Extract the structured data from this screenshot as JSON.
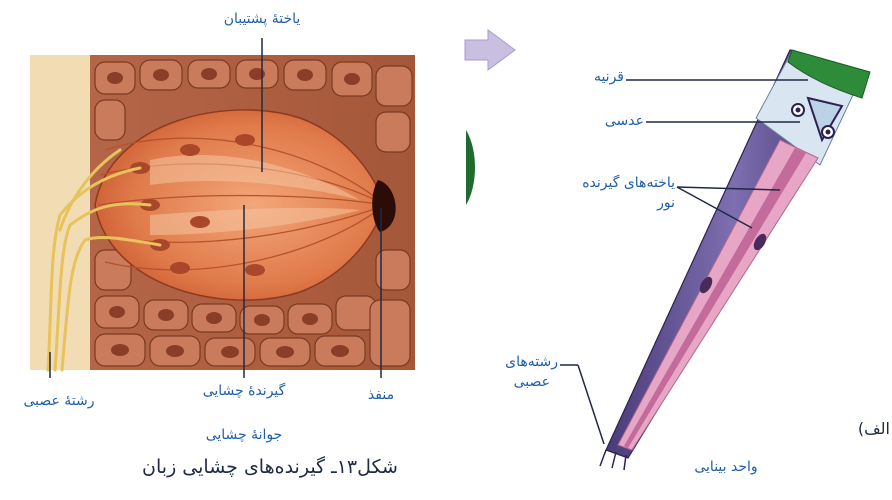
{
  "left_figure": {
    "labels": {
      "supporting_cell": "یاختهٔ پشتیبان",
      "nerve_fiber": "رشتهٔ عصبی",
      "taste_receptor": "گیرندهٔ چشایی",
      "pore": "منفذ",
      "taste_bud": "جوانهٔ چشایی"
    },
    "caption": "شکل۱۳ـ گیرنده‌های چشایی زبان"
  },
  "right_figure": {
    "labels": {
      "cornea": "قرنیه",
      "lens": "عدسی",
      "photoreceptors_line1": "یاخته‌های گیرنده",
      "photoreceptors_line2": "نور",
      "nerve_fibers_line1": "رشته‌های",
      "nerve_fibers_line2": "عصبی",
      "ommatidium": "واحد بینایی"
    },
    "panel_letter": "الف)"
  },
  "colors": {
    "label_blue": "#1f5fa8",
    "caption_dark": "#1f2a44",
    "tissue_orange": "#e07a4a",
    "cornea_green": "#2e8b3a",
    "ommatidium_purple": "#5a3d7a"
  }
}
